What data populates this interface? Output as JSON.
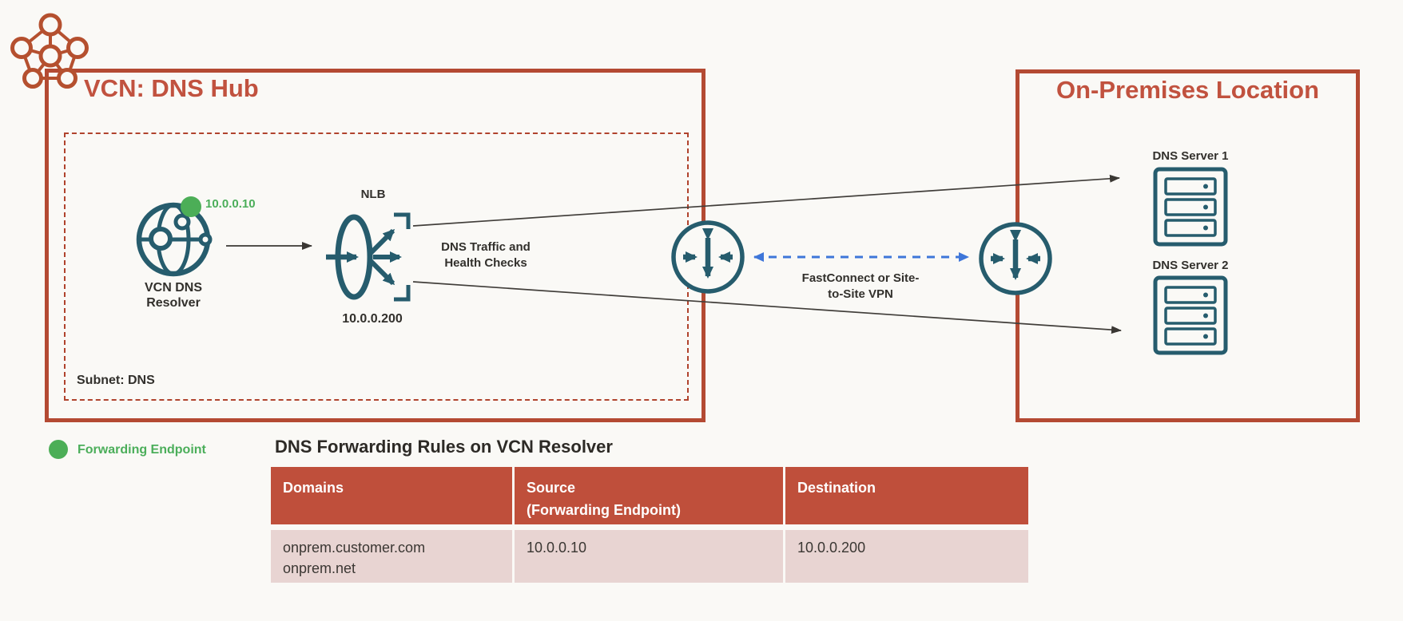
{
  "vcn": {
    "title": "VCN: DNS Hub",
    "subnet_label": "Subnet: DNS"
  },
  "resolver": {
    "ip": "10.0.0.10",
    "name_line1": "VCN DNS",
    "name_line2": "Resolver"
  },
  "nlb": {
    "label": "NLB",
    "ip": "10.0.0.200"
  },
  "traffic": {
    "line1": "DNS Traffic and",
    "line2": "Health Checks"
  },
  "vpn": {
    "line1": "FastConnect or Site-",
    "line2": "to-Site VPN"
  },
  "onprem": {
    "title": "On-Premises Location",
    "server1_label": "DNS Server 1",
    "server2_label": "DNS Server 2"
  },
  "legend": {
    "label": "Forwarding Endpoint"
  },
  "table": {
    "title": "DNS Forwarding Rules on VCN Resolver",
    "col1": "Domains",
    "col2_line1": "Source",
    "col2_line2": "(Forwarding Endpoint)",
    "col3": "Destination",
    "row": {
      "domain_line1": "onprem.customer.com",
      "domain_line2": "onprem.net",
      "source": "10.0.0.10",
      "destination": "10.0.0.200"
    }
  },
  "colors": {
    "background": "#FAF9F6",
    "rust_border": "#B44A33",
    "rust_text": "#C1523F",
    "teal_icon": "#265C6D",
    "green_accent": "#4BAE5A",
    "blue_vpn": "#3E76D9",
    "dark_text": "#32302C",
    "table_header_bg": "#BF4F3B",
    "table_row_bg": "#E8D4D2"
  }
}
